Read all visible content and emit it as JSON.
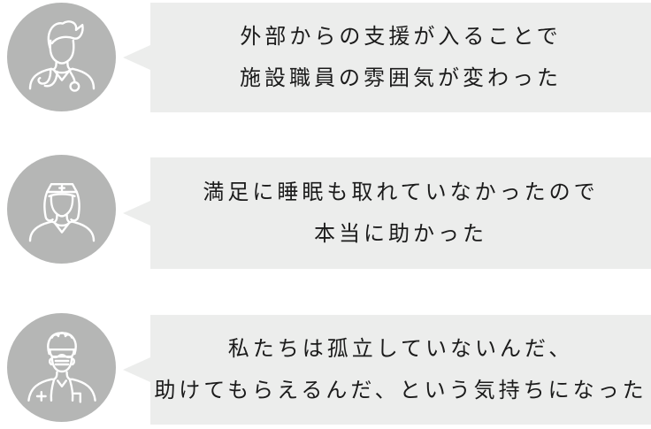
{
  "page": {
    "background": "#ffffff",
    "description": "Three testimonial speech bubbles from medical staff"
  },
  "colors": {
    "bubble_bg": "#ecedec",
    "avatar_bg": "#b5b6b5",
    "icon_stroke": "#ffffff",
    "text": "#1b1b1b"
  },
  "testimonials": [
    {
      "icon": "doctor-male-icon",
      "lines": [
        "外部からの支援が入ることで",
        "施設職員の雰囲気が変わった"
      ]
    },
    {
      "icon": "nurse-icon",
      "lines": [
        "満足に睡眠も取れていなかったので",
        "本当に助かった"
      ]
    },
    {
      "icon": "doctor-ppe-icon",
      "lines": [
        "私たちは孤立していないんだ、",
        "助けてもらえるんだ、という気持ちになった"
      ]
    }
  ]
}
